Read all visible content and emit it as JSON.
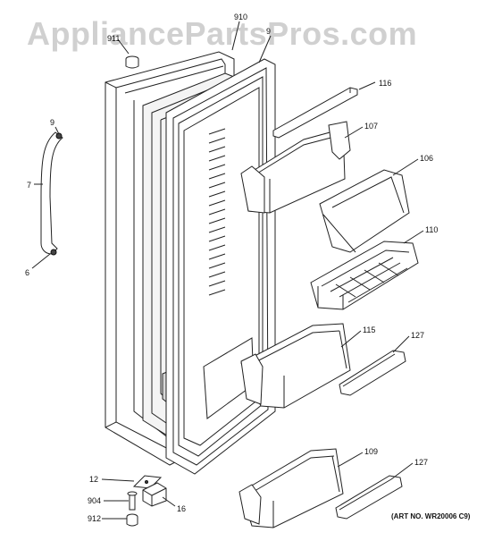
{
  "watermark": "AppliancePartsPros.com",
  "art_number": "(ART NO. WR20006 C9)",
  "callouts": {
    "c910": "910",
    "c911": "911",
    "c9": "9",
    "c7": "7",
    "c6": "6",
    "c116": "116",
    "c107": "107",
    "c106": "106",
    "c110": "110",
    "c115": "115",
    "c127a": "127",
    "c12": "12",
    "c904": "904",
    "c912": "912",
    "c16": "16",
    "c109": "109",
    "c127b": "127"
  }
}
